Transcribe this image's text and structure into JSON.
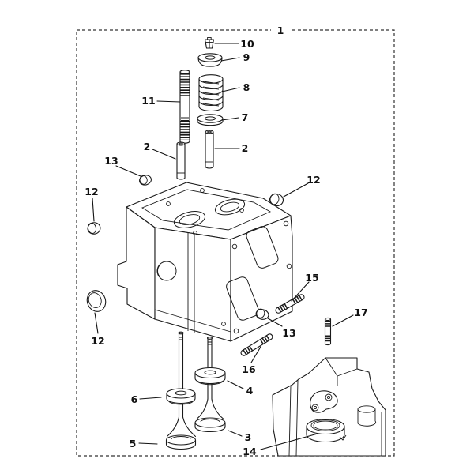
{
  "figure": {
    "type": "exploded-parts-diagram",
    "subject": "cylinder-head-assembly",
    "background": "#ffffff",
    "line_color": "#1a1a1a",
    "label_color": "#111111",
    "border_color": "#333333"
  },
  "callouts": [
    {
      "label": "1",
      "part": "assembly-boundary"
    },
    {
      "label": "10",
      "part": "valve-keeper"
    },
    {
      "label": "9",
      "part": "spring-retainer"
    },
    {
      "label": "8",
      "part": "valve-spring"
    },
    {
      "label": "7",
      "part": "spring-seat-washer"
    },
    {
      "label": "11",
      "part": "threaded-stud-upper"
    },
    {
      "label": "2",
      "part": "valve-guide-left"
    },
    {
      "label": "2",
      "part": "valve-guide-right"
    },
    {
      "label": "13",
      "part": "cup-plug-upper-left"
    },
    {
      "label": "12",
      "part": "cup-plug-left"
    },
    {
      "label": "12",
      "part": "cup-plug-right"
    },
    {
      "label": "12",
      "part": "seal-ring-lower-left"
    },
    {
      "label": "15",
      "part": "stud-right"
    },
    {
      "label": "13",
      "part": "cup-plug-lower-right"
    },
    {
      "label": "16",
      "part": "stud-lower"
    },
    {
      "label": "17",
      "part": "stud-vertical"
    },
    {
      "label": "6",
      "part": "valve-stem-seal-left"
    },
    {
      "label": "4",
      "part": "valve-stem-seal-right"
    },
    {
      "label": "5",
      "part": "valve-left"
    },
    {
      "label": "3",
      "part": "valve-right"
    },
    {
      "label": "14",
      "part": "liner-seal-ring"
    }
  ]
}
